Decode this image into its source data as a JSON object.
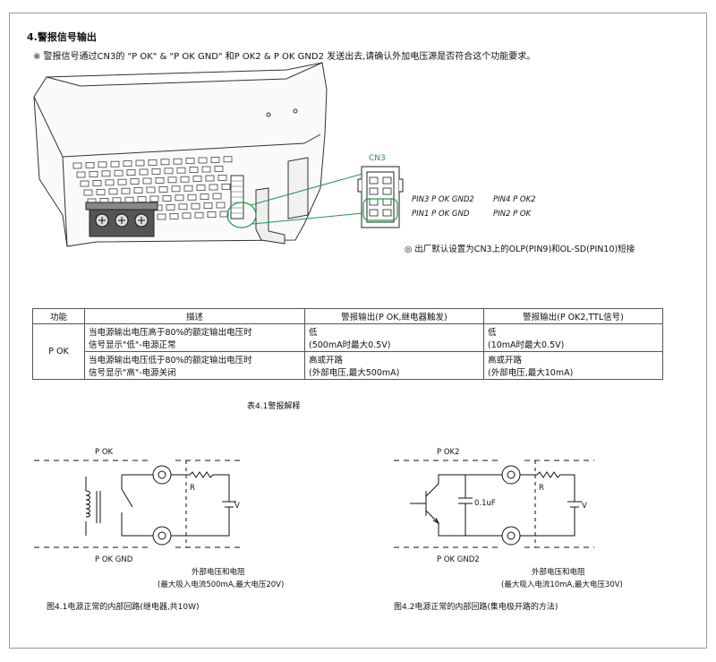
{
  "section_title": "4.警报信号输出",
  "intro": "※ 警报信号通过CN3的 \"P OK\" & \"P OK GND\" 和P OK2 & P OK GND2 发送出去,请确认外加电压源是否符合这个功能要求。",
  "connector": {
    "label": "CN3",
    "pin3": "PIN3 P OK GND2",
    "pin4": "PIN4 P OK2",
    "pin1": "PIN1 P OK GND",
    "pin2": "PIN2 P OK"
  },
  "factory_note": "◎ 出厂默认设置为CN3上的OLP(PIN9)和OL-SD(PIN10)短接",
  "table": {
    "headers": [
      "功能",
      "描述",
      "警报输出(P OK,继电器触发)",
      "警报输出(P OK2,TTL信号)"
    ],
    "function": "P OK",
    "rows": [
      {
        "desc1": "当电源输出电压高于80%的额定输出电压时",
        "desc2": "信号显示\"低\"-电源正常",
        "relay1": "低",
        "relay2": "(500mA时最大0.5V)",
        "ttl1": "低",
        "ttl2": "(10mA时最大0.5V)"
      },
      {
        "desc1": "当电源输出电压低于80%的额定输出电压时",
        "desc2": "信号显示\"高\"-电源关闭",
        "relay1": "高或开路",
        "relay2": "(外部电压,最大500mA)",
        "ttl1": "高或开路",
        "ttl2": "(外部电压,最大10mA)"
      }
    ],
    "caption": "表4.1警报解释"
  },
  "fig1": {
    "top_label": "P OK",
    "bottom_label": "P OK GND",
    "r_label": "R",
    "v_label": "V",
    "ext_title": "外部电压和电阻",
    "ext_note": "(最大吸入电流500mA,最大电压20V)",
    "caption": "图4.1电源正常的内部回路(继电器,共10W)"
  },
  "fig2": {
    "top_label": "P OK2",
    "bottom_label": "P OK GND2",
    "cap_label": "0.1uF",
    "r_label": "R",
    "v_label": "V",
    "ext_title": "外部电压和电阻",
    "ext_note": "(最大吸入电流10mA,最大电压30V)",
    "caption": "图4.2电源正常的内部回路(集电极开路的方法)"
  }
}
